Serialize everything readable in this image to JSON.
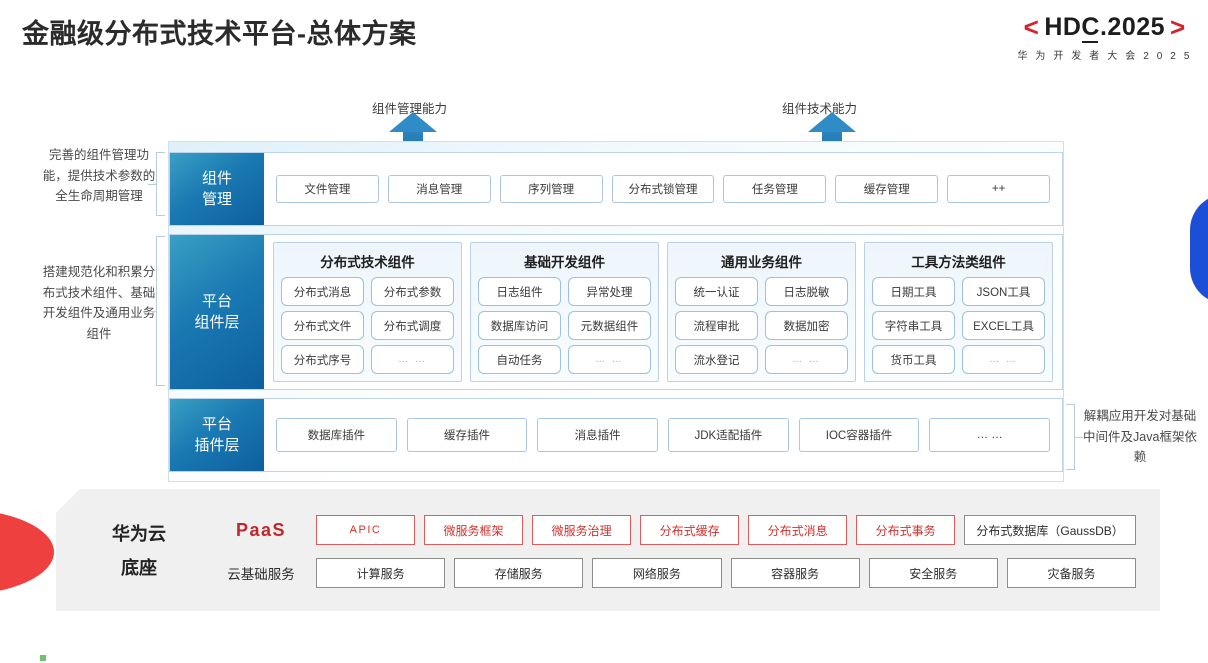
{
  "header": {
    "title": "金融级分布式技术平台-总体方案",
    "logo": {
      "left_bracket": "<",
      "text": "HDC",
      "underlined_letter": "C",
      "suffix": ".2025",
      "right_bracket": ">",
      "subtitle": "华 为 开 发 者 大 会 2 0 2 5",
      "accent_color": "#d6222a"
    }
  },
  "arrows": [
    {
      "label": "组件管理能力"
    },
    {
      "label": "组件技术能力"
    }
  ],
  "side_notes": {
    "left": [
      "完善的组件管理功能，提供技术参数的全生命周期管理",
      "搭建规范化和积累分布式技术组件、基础开发组件及通用业务组件"
    ],
    "right": "解耦应用开发对基础中间件及Java框架依赖"
  },
  "bands": [
    {
      "label": "组件\n管理",
      "label_line1": "组件",
      "label_line2": "管理",
      "items": [
        "文件管理",
        "消息管理",
        "序列管理",
        "分布式锁管理",
        "任务管理",
        "缓存管理",
        "++"
      ]
    },
    {
      "label_line1": "平台",
      "label_line2": "组件层",
      "groups": [
        {
          "title": "分布式技术组件",
          "cells": [
            "分布式消息",
            "分布式参数",
            "分布式文件",
            "分布式调度",
            "分布式序号",
            "… …"
          ]
        },
        {
          "title": "基础开发组件",
          "cells": [
            "日志组件",
            "异常处理",
            "数据库访问",
            "元数据组件",
            "自动任务",
            "… …"
          ]
        },
        {
          "title": "通用业务组件",
          "cells": [
            "统一认证",
            "日志脱敏",
            "流程审批",
            "数据加密",
            "流水登记",
            "… …"
          ]
        },
        {
          "title": "工具方法类组件",
          "cells": [
            "日期工具",
            "JSON工具",
            "字符串工具",
            "EXCEL工具",
            "货币工具",
            "… …"
          ]
        }
      ]
    },
    {
      "label_line1": "平台",
      "label_line2": "插件层",
      "items": [
        "数据库插件",
        "缓存插件",
        "消息插件",
        "JDK适配插件",
        "IOC容器插件",
        "… …"
      ]
    }
  ],
  "paas": {
    "title_line1": "华为云",
    "title_line2": "底座",
    "rows": [
      {
        "label": "PaaS",
        "style": "red",
        "items": [
          {
            "text": "APIC",
            "style": "red",
            "size": "apic"
          },
          {
            "text": "微服务框架",
            "style": "red",
            "size": "normal"
          },
          {
            "text": "微服务治理",
            "style": "red",
            "size": "normal"
          },
          {
            "text": "分布式缓存",
            "style": "red",
            "size": "normal"
          },
          {
            "text": "分布式消息",
            "style": "red",
            "size": "normal"
          },
          {
            "text": "分布式事务",
            "style": "red",
            "size": "normal"
          },
          {
            "text": "分布式数据库（GaussDB）",
            "style": "gray",
            "size": "wide"
          }
        ]
      },
      {
        "label": "云基础服务",
        "style": "plain",
        "items": [
          {
            "text": "计算服务",
            "style": "gray",
            "size": "normal"
          },
          {
            "text": "存储服务",
            "style": "gray",
            "size": "normal"
          },
          {
            "text": "网络服务",
            "style": "gray",
            "size": "normal"
          },
          {
            "text": "容器服务",
            "style": "gray",
            "size": "normal"
          },
          {
            "text": "安全服务",
            "style": "gray",
            "size": "normal"
          },
          {
            "text": "灾备服务",
            "style": "gray",
            "size": "normal"
          }
        ]
      }
    ]
  },
  "colors": {
    "brand_red": "#d2322d",
    "band_blue": "#0d5f9e",
    "arrow_blue": "#2f8cc6",
    "decor_blue": "#1c4fd8",
    "decor_red": "#ef4040"
  }
}
